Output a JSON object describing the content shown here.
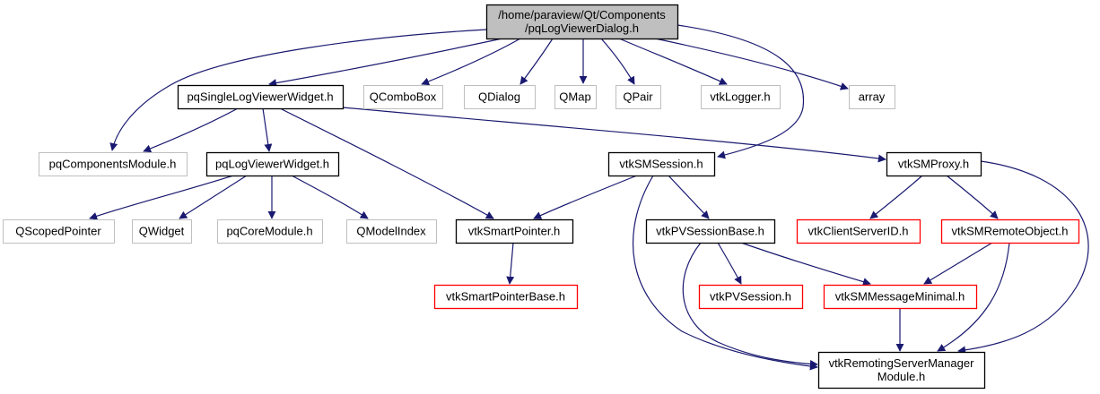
{
  "diagram": {
    "title": "/home/paraview/Qt/Components/pqLogViewerDialog.h",
    "type": "include-dependency-graph",
    "colors": {
      "edge": "#191970",
      "root_fill": "#bfbfbf",
      "root_border": "#000000",
      "documented_border": "#000000",
      "external_border": "#bfbfbf",
      "truncated_border": "#ff0000"
    },
    "nodes": [
      {
        "id": "root",
        "lines": [
          "/home/paraview/Qt/Components",
          "/pqLogViewerDialog.h"
        ],
        "style": "root"
      },
      {
        "id": "pqSingleLogViewerWidget",
        "lines": [
          "pqSingleLogViewerWidget.h"
        ],
        "style": "documented"
      },
      {
        "id": "QComboBox",
        "lines": [
          "QComboBox"
        ],
        "style": "external"
      },
      {
        "id": "QDialog",
        "lines": [
          "QDialog"
        ],
        "style": "external"
      },
      {
        "id": "QMap",
        "lines": [
          "QMap"
        ],
        "style": "external"
      },
      {
        "id": "QPair",
        "lines": [
          "QPair"
        ],
        "style": "external"
      },
      {
        "id": "vtkLogger",
        "lines": [
          "vtkLogger.h"
        ],
        "style": "external"
      },
      {
        "id": "array",
        "lines": [
          "array"
        ],
        "style": "external"
      },
      {
        "id": "pqComponentsModule",
        "lines": [
          "pqComponentsModule.h"
        ],
        "style": "external"
      },
      {
        "id": "pqLogViewerWidget",
        "lines": [
          "pqLogViewerWidget.h"
        ],
        "style": "documented"
      },
      {
        "id": "vtkSMSession",
        "lines": [
          "vtkSMSession.h"
        ],
        "style": "documented"
      },
      {
        "id": "vtkSMProxy",
        "lines": [
          "vtkSMProxy.h"
        ],
        "style": "documented"
      },
      {
        "id": "QScopedPointer",
        "lines": [
          "QScopedPointer"
        ],
        "style": "external"
      },
      {
        "id": "QWidget",
        "lines": [
          "QWidget"
        ],
        "style": "external"
      },
      {
        "id": "pqCoreModule",
        "lines": [
          "pqCoreModule.h"
        ],
        "style": "external"
      },
      {
        "id": "QModelIndex",
        "lines": [
          "QModelIndex"
        ],
        "style": "external"
      },
      {
        "id": "vtkSmartPointer",
        "lines": [
          "vtkSmartPointer.h"
        ],
        "style": "documented"
      },
      {
        "id": "vtkPVSessionBase",
        "lines": [
          "vtkPVSessionBase.h"
        ],
        "style": "documented"
      },
      {
        "id": "vtkClientServerID",
        "lines": [
          "vtkClientServerID.h"
        ],
        "style": "truncated"
      },
      {
        "id": "vtkSMRemoteObject",
        "lines": [
          "vtkSMRemoteObject.h"
        ],
        "style": "truncated"
      },
      {
        "id": "vtkSmartPointerBase",
        "lines": [
          "vtkSmartPointerBase.h"
        ],
        "style": "truncated"
      },
      {
        "id": "vtkPVSession",
        "lines": [
          "vtkPVSession.h"
        ],
        "style": "truncated"
      },
      {
        "id": "vtkSMMessageMinimal",
        "lines": [
          "vtkSMMessageMinimal.h"
        ],
        "style": "truncated"
      },
      {
        "id": "vtkRemotingServerManagerModule",
        "lines": [
          "vtkRemotingServerManager",
          "Module.h"
        ],
        "style": "documented"
      }
    ],
    "edges": [
      {
        "from": "root",
        "to": "pqComponentsModule"
      },
      {
        "from": "root",
        "to": "pqSingleLogViewerWidget"
      },
      {
        "from": "root",
        "to": "QComboBox"
      },
      {
        "from": "root",
        "to": "QDialog"
      },
      {
        "from": "root",
        "to": "QMap"
      },
      {
        "from": "root",
        "to": "QPair"
      },
      {
        "from": "root",
        "to": "vtkLogger"
      },
      {
        "from": "root",
        "to": "array"
      },
      {
        "from": "root",
        "to": "vtkSMSession"
      },
      {
        "from": "pqSingleLogViewerWidget",
        "to": "pqComponentsModule"
      },
      {
        "from": "pqSingleLogViewerWidget",
        "to": "pqLogViewerWidget"
      },
      {
        "from": "pqSingleLogViewerWidget",
        "to": "vtkSmartPointer"
      },
      {
        "from": "pqSingleLogViewerWidget",
        "to": "vtkSMProxy"
      },
      {
        "from": "pqLogViewerWidget",
        "to": "QScopedPointer"
      },
      {
        "from": "pqLogViewerWidget",
        "to": "QWidget"
      },
      {
        "from": "pqLogViewerWidget",
        "to": "pqCoreModule"
      },
      {
        "from": "pqLogViewerWidget",
        "to": "QModelIndex"
      },
      {
        "from": "vtkSMSession",
        "to": "vtkSmartPointer"
      },
      {
        "from": "vtkSMSession",
        "to": "vtkPVSessionBase"
      },
      {
        "from": "vtkSMSession",
        "to": "vtkRemotingServerManagerModule"
      },
      {
        "from": "vtkSMProxy",
        "to": "vtkClientServerID"
      },
      {
        "from": "vtkSMProxy",
        "to": "vtkSMRemoteObject"
      },
      {
        "from": "vtkSMProxy",
        "to": "vtkRemotingServerManagerModule"
      },
      {
        "from": "vtkSmartPointer",
        "to": "vtkSmartPointerBase"
      },
      {
        "from": "vtkPVSessionBase",
        "to": "vtkPVSession"
      },
      {
        "from": "vtkPVSessionBase",
        "to": "vtkSMMessageMinimal"
      },
      {
        "from": "vtkPVSessionBase",
        "to": "vtkRemotingServerManagerModule"
      },
      {
        "from": "vtkSMRemoteObject",
        "to": "vtkSMMessageMinimal"
      },
      {
        "from": "vtkSMRemoteObject",
        "to": "vtkRemotingServerManagerModule"
      },
      {
        "from": "vtkSMMessageMinimal",
        "to": "vtkRemotingServerManagerModule"
      }
    ]
  }
}
